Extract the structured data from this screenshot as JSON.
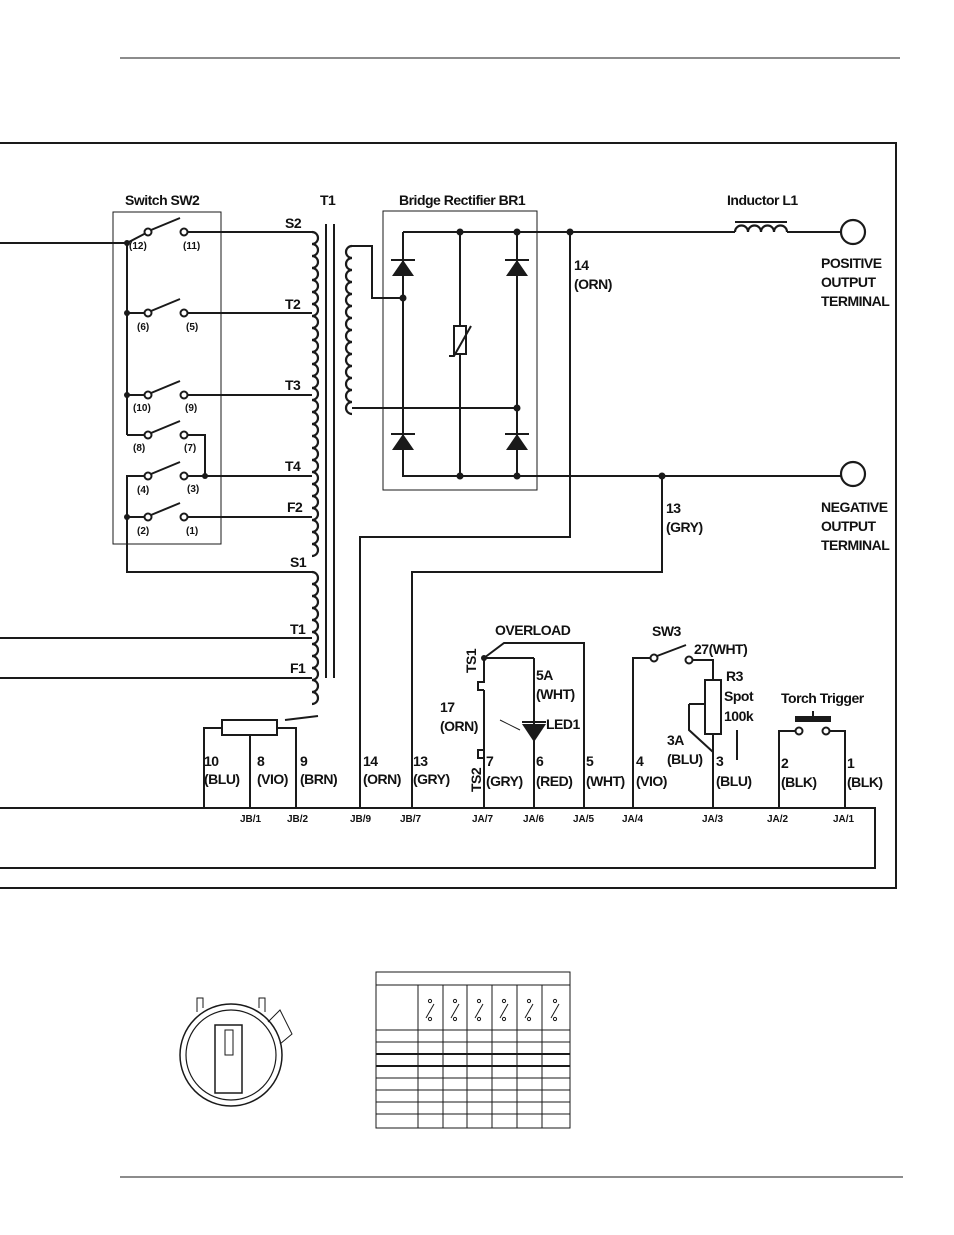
{
  "switch_sw2": {
    "title": "Switch SW2",
    "contacts": [
      "(12)",
      "(11)",
      "(6)",
      "(5)",
      "(10)",
      "(9)",
      "(8)",
      "(7)",
      "(4)",
      "(3)",
      "(2)",
      "(1)"
    ]
  },
  "transformer": {
    "title": "T1",
    "taps": [
      "S2",
      "T2",
      "T3",
      "T4",
      "F2",
      "S1",
      "T1",
      "F1"
    ]
  },
  "bridge": {
    "title": "Bridge Rectifier BR1"
  },
  "inductor": {
    "title": "Inductor L1"
  },
  "positive_terminal": {
    "lines": [
      "POSITIVE",
      "OUTPUT",
      "TERMINAL"
    ]
  },
  "negative_terminal": {
    "lines": [
      "NEGATIVE",
      "OUTPUT",
      "TERMINAL"
    ]
  },
  "wire_labels": {
    "w14_num": "14",
    "w14_color": "(ORN)",
    "w13_num": "13",
    "w13_color": "(GRY)"
  },
  "overload": {
    "title": "OVERLOAD",
    "ts1": "TS1",
    "ts2": "TS2",
    "w5a_num": "5A",
    "w5a_color": "(WHT)",
    "w17_num": "17",
    "w17_color": "(ORN)",
    "led": "LED1"
  },
  "sw3": {
    "title": "SW3",
    "w27": "27(WHT)"
  },
  "r3": {
    "name": "R3",
    "line1": "Spot",
    "line2": "100k",
    "w3a_num": "3A",
    "w3a_color": "(BLU)"
  },
  "torch": {
    "title": "Torch Trigger"
  },
  "bottom_wires": [
    {
      "num": "10",
      "color": "(BLU)"
    },
    {
      "num": "8",
      "color": "(VIO)"
    },
    {
      "num": "9",
      "color": "(BRN)"
    },
    {
      "num": "14",
      "color": "(ORN)"
    },
    {
      "num": "13",
      "color": "(GRY)"
    },
    {
      "num": "7",
      "color": "(GRY)"
    },
    {
      "num": "6",
      "color": "(RED)"
    },
    {
      "num": "5",
      "color": "(WHT)"
    },
    {
      "num": "4",
      "color": "(VIO)"
    },
    {
      "num": "3",
      "color": "(BLU)"
    },
    {
      "num": "2",
      "color": "(BLK)"
    },
    {
      "num": "1",
      "color": "(BLK)"
    }
  ],
  "connectors": [
    "JB/1",
    "JB/2",
    "JB/9",
    "JB/7",
    "JA/7",
    "JA/6",
    "JA/5",
    "JA/4",
    "JA/3",
    "JA/2",
    "JA/1"
  ]
}
